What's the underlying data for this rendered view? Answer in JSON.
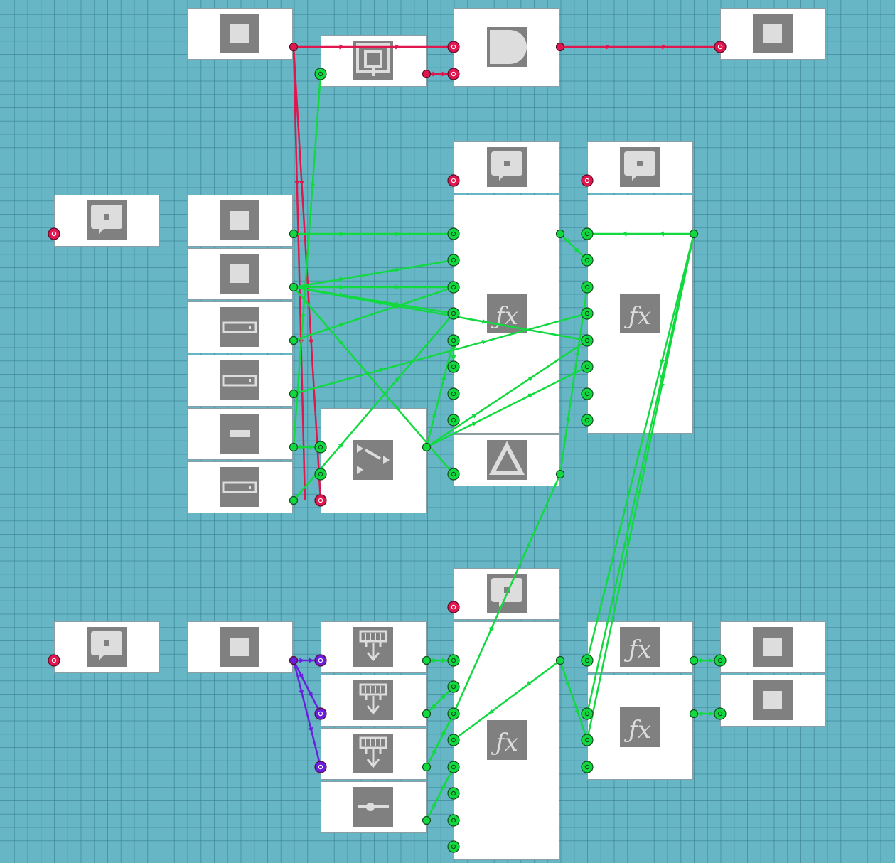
{
  "colors": {
    "background": "#66b6c6",
    "grid": "#3c8a9c",
    "node": "#ffffff",
    "icon": "#808080",
    "wire_green": "#11d93f",
    "wire_red": "#e0174f",
    "wire_purple": "#6a1fe0",
    "port_outline": "#14491f"
  },
  "nodes": [
    {
      "id": "n1",
      "icon": "square-icon"
    },
    {
      "id": "n2",
      "icon": "bus-select-icon"
    },
    {
      "id": "n3",
      "icon": "and-gate-icon"
    },
    {
      "id": "n4",
      "icon": "square-icon"
    },
    {
      "id": "n5",
      "icon": "comment-icon"
    },
    {
      "id": "n6",
      "icon": "comment-icon"
    },
    {
      "id": "n7",
      "icon": "comment-icon"
    },
    {
      "id": "n8",
      "icon": "square-icon"
    },
    {
      "id": "n9",
      "icon": "square-icon"
    },
    {
      "id": "n10",
      "icon": "input-field-icon"
    },
    {
      "id": "n11",
      "icon": "input-field-icon"
    },
    {
      "id": "n12",
      "icon": "minus-icon"
    },
    {
      "id": "n13",
      "icon": "input-field-icon"
    },
    {
      "id": "n14",
      "icon": "function-icon"
    },
    {
      "id": "n15",
      "icon": "function-icon"
    },
    {
      "id": "n16",
      "icon": "triangle-icon"
    },
    {
      "id": "n17",
      "icon": "switch-icon"
    },
    {
      "id": "n18",
      "icon": "comment-icon"
    },
    {
      "id": "n19",
      "icon": "comment-icon"
    },
    {
      "id": "n20",
      "icon": "square-icon"
    },
    {
      "id": "n21",
      "icon": "memory-read-icon"
    },
    {
      "id": "n22",
      "icon": "memory-read-icon"
    },
    {
      "id": "n23",
      "icon": "memory-read-icon"
    },
    {
      "id": "n24",
      "icon": "slider-icon"
    },
    {
      "id": "n25",
      "icon": "function-icon"
    },
    {
      "id": "n26",
      "icon": "function-icon"
    },
    {
      "id": "n27",
      "icon": "function-icon"
    },
    {
      "id": "n28",
      "icon": "square-icon"
    },
    {
      "id": "n29",
      "icon": "square-icon"
    }
  ]
}
